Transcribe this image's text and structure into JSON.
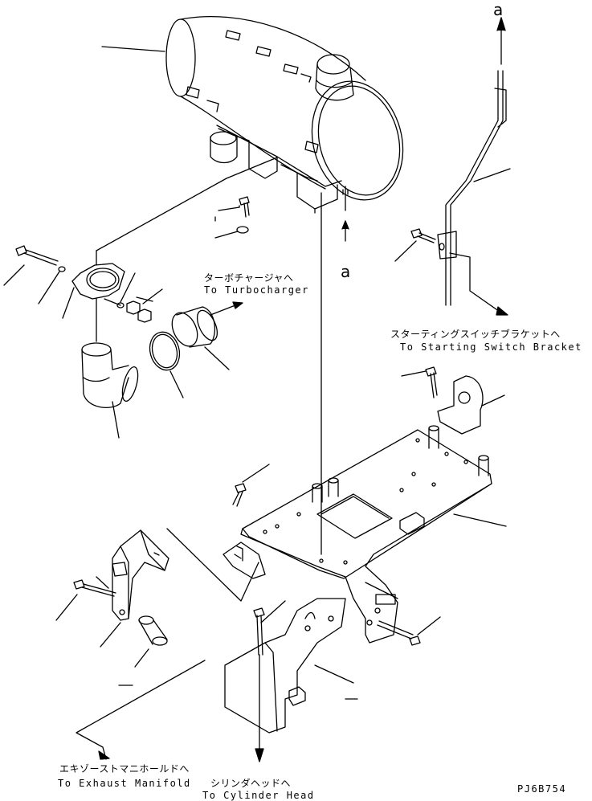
{
  "callouts": {
    "turbo": {
      "jp": "ターボチャージャへ",
      "en": "To Turbocharger"
    },
    "starting": {
      "jp": "スターティングスイッチブラケットへ",
      "en": "To Starting Switch Bracket"
    },
    "exhaust": {
      "jp": "エキゾーストマニホールドへ",
      "en": "To Exhaust Manifold"
    },
    "cylinder": {
      "jp": "シリンダヘッドへ",
      "en": "To Cylinder Head"
    }
  },
  "view_marks": {
    "top": "a",
    "mid": "a"
  },
  "drawing_code": "PJ6B754"
}
